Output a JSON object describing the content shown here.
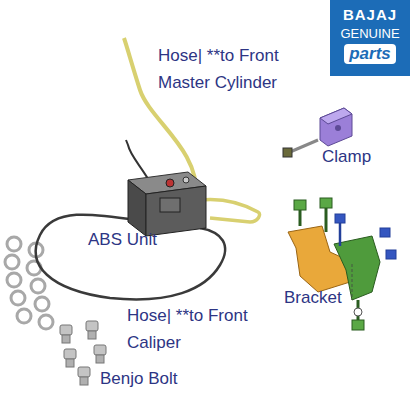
{
  "diagram": {
    "nodes": [
      {
        "text": [
          "BAJAJ",
          "GENUINE",
          "parts"
        ]
      }
    ],
    "labels": [
      "Hose| **to Front Master Cylinder",
      "Clamp",
      "ABS Unit",
      "Bracket",
      "Hose| **to Front Caliper",
      "Benjo Bolt"
    ]
  }
}
